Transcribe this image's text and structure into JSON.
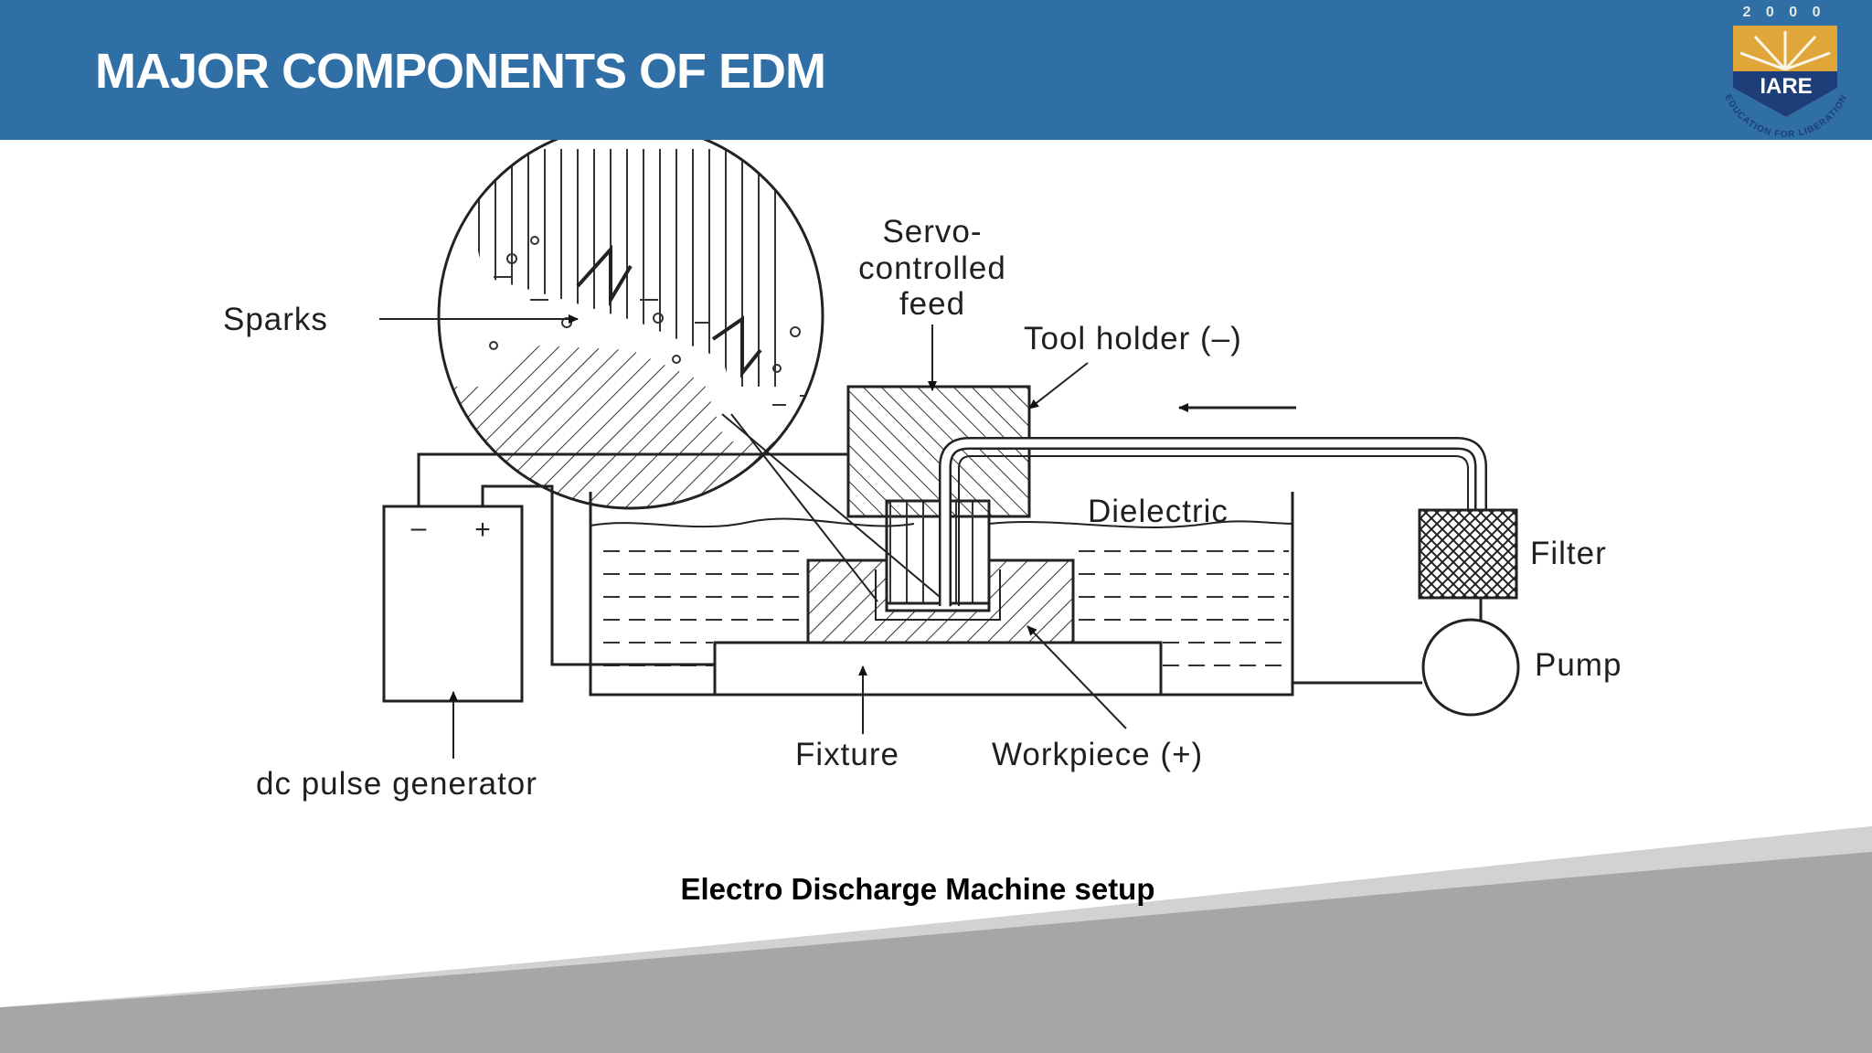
{
  "slide": {
    "title": "MAJOR COMPONENTS OF EDM",
    "caption": "Electro Discharge Machine setup"
  },
  "logo": {
    "year": "2 0 0 0",
    "name": "IARE",
    "tagline": "EDUCATION FOR LIBERATION"
  },
  "diagram": {
    "labels": {
      "sparks": "Sparks",
      "servo_line1": "Servo-",
      "servo_line2": "controlled",
      "servo_line3": "feed",
      "tool_holder": "Tool holder (–)",
      "dielectric": "Dielectric",
      "filter": "Filter",
      "pump": "Pump",
      "fixture": "Fixture",
      "workpiece": "Workpiece (+)",
      "generator": "dc pulse generator",
      "minus": "–",
      "plus": "+"
    }
  },
  "colors": {
    "header": "#2f6fa6",
    "logo_navy": "#1d3e78",
    "logo_gold": "#e0a63a",
    "swoosh_gray": "#a6a6a6"
  }
}
